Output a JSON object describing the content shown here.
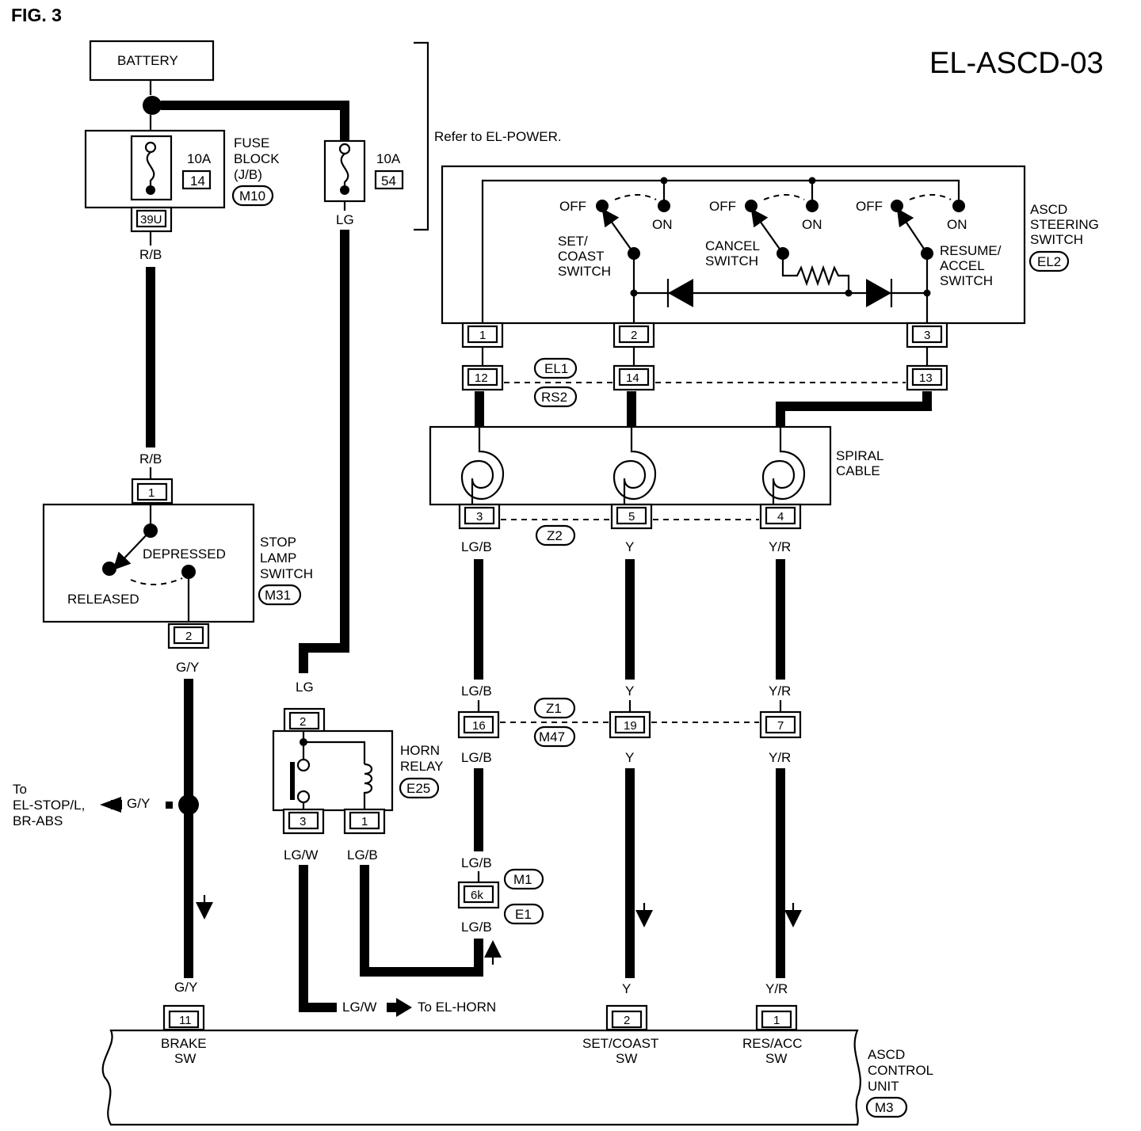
{
  "figure_label": "FIG. 3",
  "diagram_code": "EL-ASCD-03",
  "refer_note": "Refer to EL-POWER.",
  "battery": "BATTERY",
  "fuse_block": {
    "label_lines": [
      "FUSE",
      "BLOCK",
      "(J/B)"
    ],
    "connector": "M10",
    "fuse_amp": "10A",
    "fuse_no": "14",
    "terminal": "39U"
  },
  "fuse_54": {
    "amp": "10A",
    "no": "54"
  },
  "wires": {
    "rb": "R/B",
    "lg": "LG",
    "gy": "G/Y",
    "lgw": "LG/W",
    "lgb": "LG/B",
    "y": "Y",
    "yr": "Y/R"
  },
  "steering_switch": {
    "label_lines": [
      "ASCD",
      "STEERING",
      "SWITCH"
    ],
    "connector": "EL2",
    "off": "OFF",
    "on": "ON",
    "set_lines": [
      "SET/",
      "COAST",
      "SWITCH"
    ],
    "cancel_lines": [
      "CANCEL",
      "SWITCH"
    ],
    "resume_lines": [
      "RESUME/",
      "ACCEL",
      "SWITCH"
    ],
    "pins": [
      "1",
      "2",
      "3"
    ]
  },
  "el1_joint": {
    "top": "EL1",
    "bottom": "RS2",
    "pins": [
      "12",
      "14",
      "13"
    ]
  },
  "spiral_cable": {
    "label_lines": [
      "SPIRAL",
      "CABLE"
    ],
    "pins": [
      "3",
      "5",
      "4"
    ],
    "connector": "Z2"
  },
  "stop_lamp": {
    "label_lines": [
      "STOP",
      "LAMP",
      "SWITCH"
    ],
    "connector": "M31",
    "pin_in": "1",
    "pin_out": "2",
    "depressed": "DEPRESSED",
    "released": "RELEASED"
  },
  "to_stop_lines": [
    "To",
    "EL-STOP/L,",
    "BR-ABS"
  ],
  "horn_relay": {
    "label_lines": [
      "HORN",
      "RELAY"
    ],
    "connector": "E25",
    "pins": [
      "2",
      "3",
      "1"
    ]
  },
  "z1_joint": {
    "top": "Z1",
    "bottom": "M47",
    "pins": [
      "16",
      "19",
      "7"
    ]
  },
  "m1_joint": {
    "top": "M1",
    "bottom": "E1",
    "pin": "6k"
  },
  "to_horn": "To EL-HORN",
  "control_unit": {
    "label_lines": [
      "ASCD",
      "CONTROL",
      "UNIT"
    ],
    "connector": "M3",
    "pins": [
      "11",
      "2",
      "1"
    ],
    "brake_lines": [
      "BRAKE",
      "SW"
    ],
    "set_lines": [
      "SET/COAST",
      "SW"
    ],
    "res_lines": [
      "RES/ACC",
      "SW"
    ]
  }
}
